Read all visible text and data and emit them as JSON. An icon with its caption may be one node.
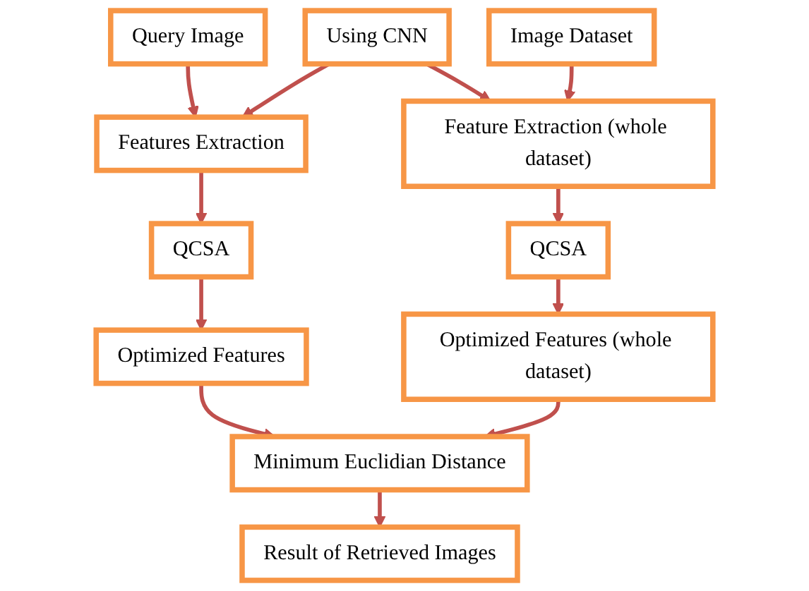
{
  "diagram": {
    "nodes": [
      {
        "text": [
          "Query Image"
        ]
      },
      {
        "text": [
          "Features Extraction"
        ]
      },
      {
        "text": [
          "Using CNN"
        ]
      },
      {
        "text": [
          "Image Dataset"
        ]
      },
      {
        "text": [
          "Feature Extraction (whole dataset)"
        ]
      },
      {
        "text": [
          "QCSA"
        ]
      },
      {
        "text": [
          "QCSA"
        ]
      },
      {
        "text": [
          "Optimized Features"
        ]
      },
      {
        "text": [
          "Optimized Features (whole dataset)"
        ]
      },
      {
        "text": [
          "Minimum Euclidian Distance"
        ]
      },
      {
        "text": [
          "Result of Retrieved Images"
        ]
      }
    ],
    "edges": [
      {
        "from": 0,
        "to": 1,
        "arrow": "to"
      },
      {
        "from": 2,
        "to": 1,
        "arrow": "to"
      },
      {
        "from": 2,
        "to": 4,
        "arrow": "to"
      },
      {
        "from": 3,
        "to": 4,
        "arrow": "to"
      },
      {
        "from": 1,
        "to": 5,
        "arrow": "to"
      },
      {
        "from": 4,
        "to": 6,
        "arrow": "to"
      },
      {
        "from": 5,
        "to": 7,
        "arrow": "to"
      },
      {
        "from": 6,
        "to": 8,
        "arrow": "to"
      },
      {
        "from": 7,
        "to": 9,
        "arrow": "to"
      },
      {
        "from": 8,
        "to": 9,
        "arrow": "to"
      },
      {
        "from": 9,
        "to": 10,
        "arrow": "to"
      }
    ]
  }
}
